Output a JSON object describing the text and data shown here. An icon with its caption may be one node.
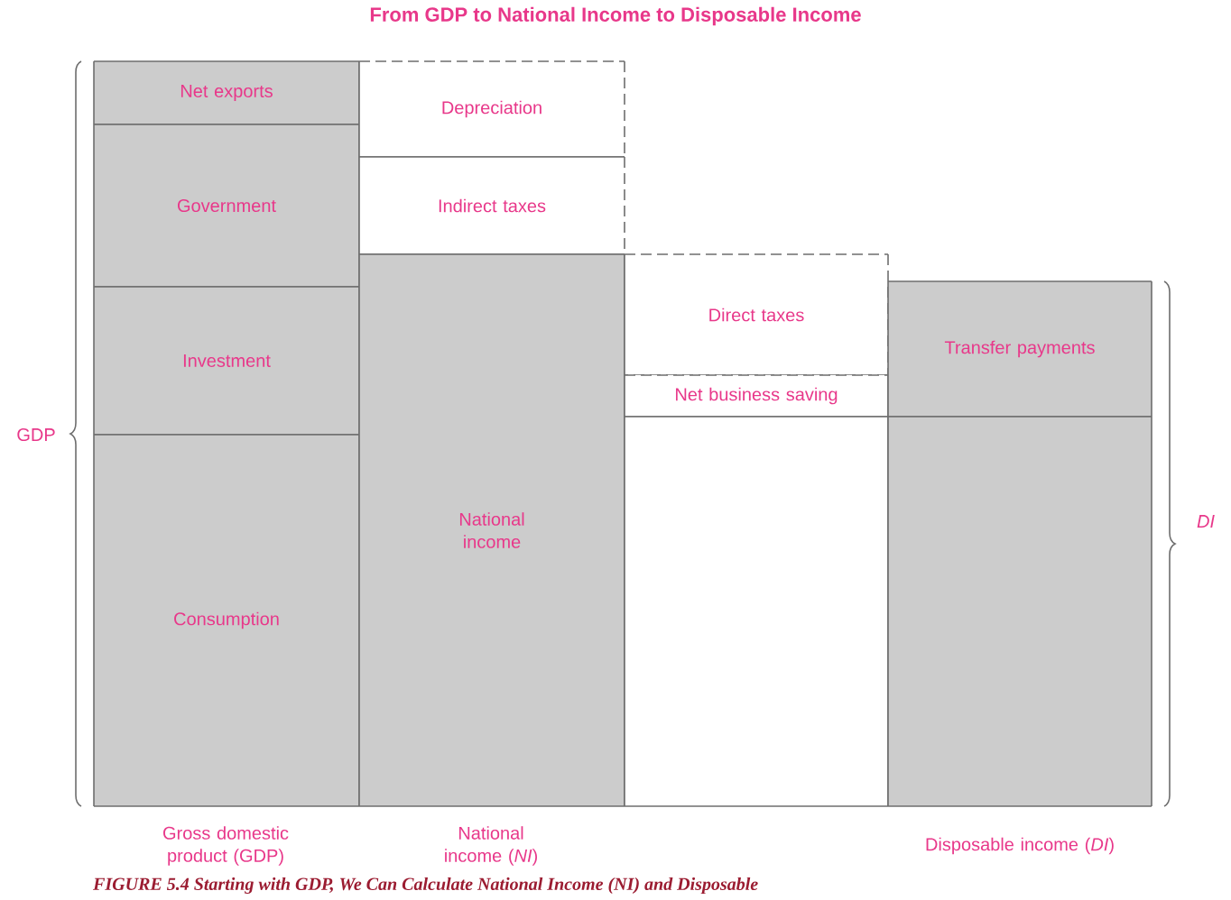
{
  "diagram": {
    "title": "From GDP to National Income to Disposable Income",
    "caption": "FIGURE 5.4 Starting with GDP, We Can Calculate National Income (NI) and Disposable",
    "nodes": [
      {
        "text": [
          "Net exports"
        ]
      },
      {
        "text": [
          "Government"
        ]
      },
      {
        "text": [
          "Investment"
        ]
      },
      {
        "text": [
          "Consumption"
        ]
      },
      {
        "text": [
          "Depreciation"
        ]
      },
      {
        "text": [
          "Indirect taxes"
        ]
      },
      {
        "text": [
          "National income"
        ]
      },
      {
        "text": [
          "Direct taxes"
        ]
      },
      {
        "text": [
          "Net business saving"
        ]
      },
      {
        "text": [],
        "shape": "box"
      },
      {
        "text": [
          "Transfer payments"
        ]
      },
      {
        "text": [],
        "shape": "box"
      }
    ],
    "labels": [
      "GDP",
      "Gross domestic product (GDP)",
      "National income (*NI*)",
      "Disposable income (*DI*)",
      "DI"
    ]
  }
}
